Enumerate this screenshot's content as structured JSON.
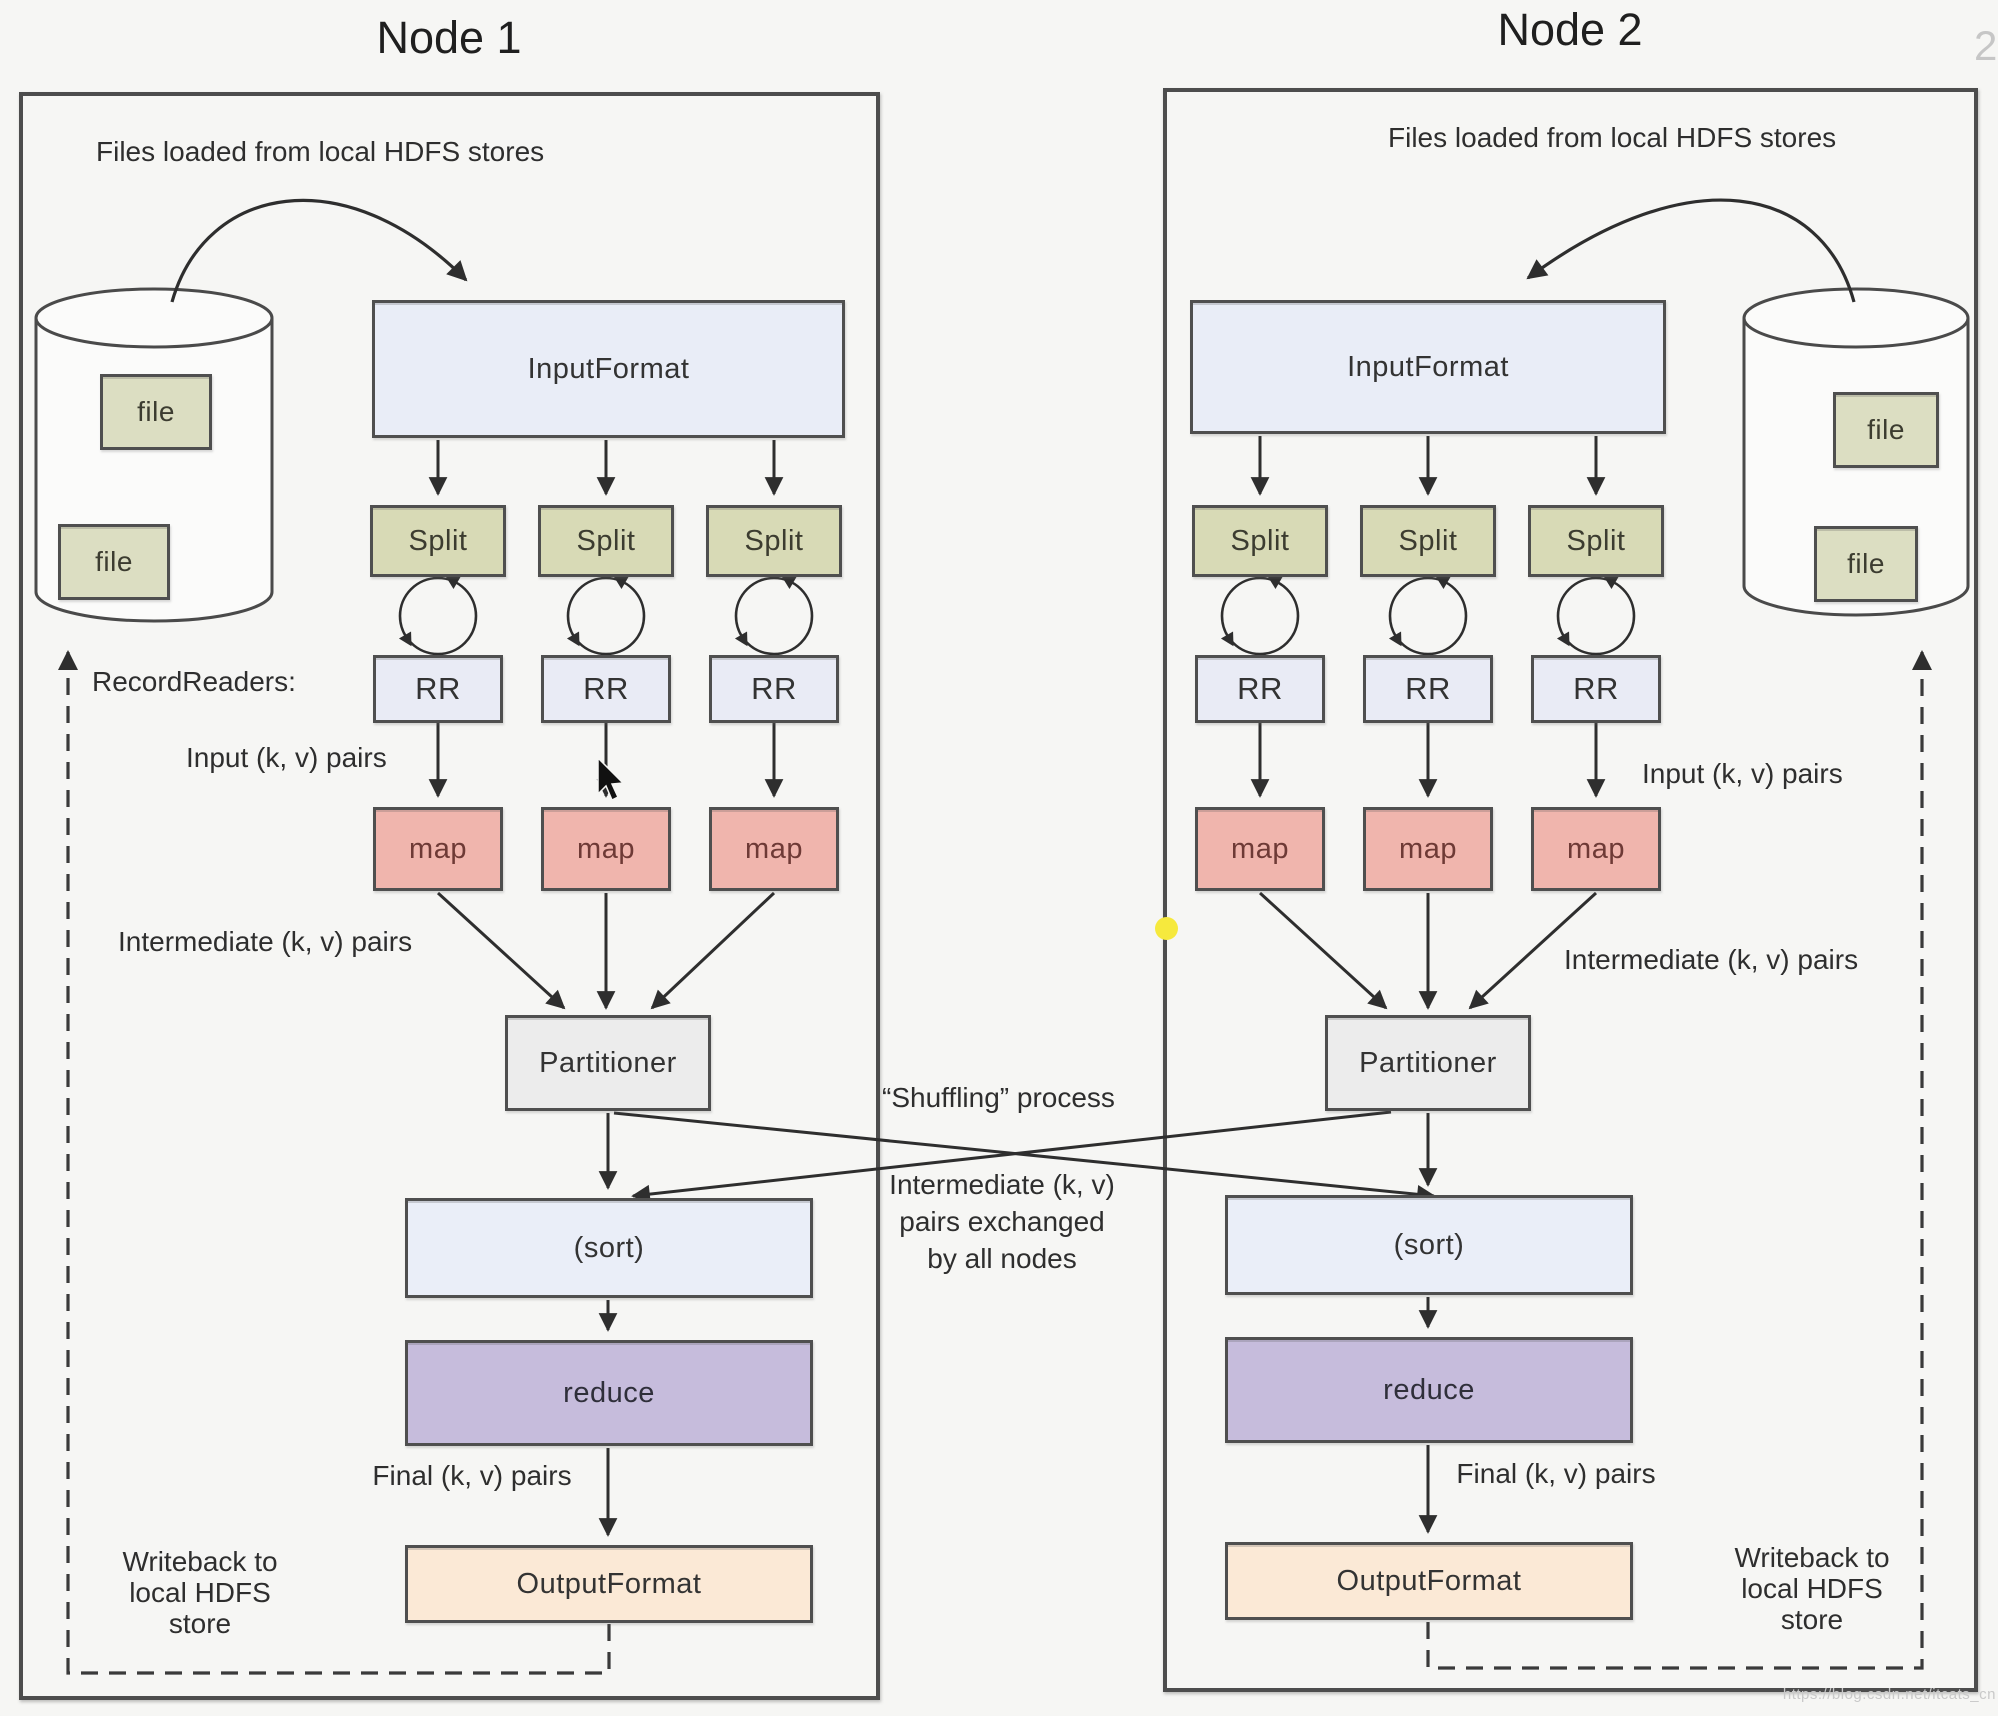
{
  "meta": {
    "watermark": "https://blog.csdn.net/itcats_cn",
    "corner_digit": "2"
  },
  "colors": {
    "background": "#f6f6f4",
    "box_border": "#4f4f4f",
    "input_format_fill": "#e9edf7",
    "split_fill": "#d8dab6",
    "rr_fill": "#e9ebf5",
    "map_fill": "#f0b5ad",
    "partitioner_fill": "#ececec",
    "sort_fill": "#eaeef8",
    "reduce_fill": "#c6bcdc",
    "output_format_fill": "#fbe9d6",
    "file_fill": "#dcdec2",
    "wire_color": "#333333",
    "highlight_dot": "#f6e93d"
  },
  "node1": {
    "title": "Node 1",
    "files_loaded_label": "Files loaded from local HDFS stores",
    "file_labels": [
      "file",
      "file"
    ],
    "input_format_label": "InputFormat",
    "split_labels": [
      "Split",
      "Split",
      "Split"
    ],
    "record_readers_label": "RecordReaders:",
    "rr_labels": [
      "RR",
      "RR",
      "RR"
    ],
    "input_pairs_label": "Input (k, v) pairs",
    "map_labels": [
      "map",
      "map",
      "map"
    ],
    "intermediate_pairs_label": "Intermediate (k, v) pairs",
    "partitioner_label": "Partitioner",
    "sort_label": "(sort)",
    "reduce_label": "reduce",
    "final_pairs_label": "Final (k, v) pairs",
    "output_format_label": "OutputFormat",
    "writeback_lines": [
      "Writeback to",
      "local HDFS",
      "store"
    ]
  },
  "node2": {
    "title": "Node 2",
    "files_loaded_label": "Files loaded from local HDFS stores",
    "file_labels": [
      "file",
      "file"
    ],
    "input_format_label": "InputFormat",
    "split_labels": [
      "Split",
      "Split",
      "Split"
    ],
    "rr_labels": [
      "RR",
      "RR",
      "RR"
    ],
    "input_pairs_label": "Input (k, v) pairs",
    "map_labels": [
      "map",
      "map",
      "map"
    ],
    "intermediate_pairs_label": "Intermediate (k, v) pairs",
    "partitioner_label": "Partitioner",
    "sort_label": "(sort)",
    "reduce_label": "reduce",
    "final_pairs_label": "Final (k, v) pairs",
    "output_format_label": "OutputFormat",
    "writeback_lines": [
      "Writeback to",
      "local HDFS",
      "store"
    ]
  },
  "middle": {
    "shuffling_label": "“Shuffling” process",
    "exchange_lines": [
      "Intermediate (k, v)",
      "pairs exchanged",
      "by all nodes"
    ]
  }
}
